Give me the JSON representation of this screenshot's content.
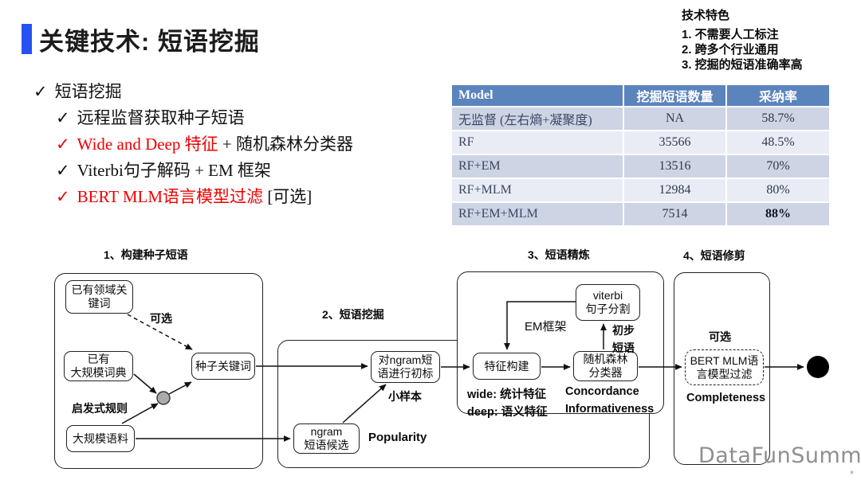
{
  "title": "关键技术: 短语挖掘",
  "features": {
    "title": "技术特色",
    "items": [
      "1. 不需要人工标注",
      "2. 跨多个行业通用",
      "3. 挖掘的短语准确率高"
    ]
  },
  "glyphs": {
    "check": "✓",
    "corner_mark": "*"
  },
  "bullets": {
    "root": "短语挖掘",
    "items": [
      {
        "check_color": "black",
        "segments": [
          {
            "text": "远程监督获取种子短语",
            "color": "black"
          }
        ]
      },
      {
        "check_color": "red",
        "segments": [
          {
            "text": "Wide and Deep 特征",
            "color": "red"
          },
          {
            "text": " + 随机森林分类器",
            "color": "black"
          }
        ]
      },
      {
        "check_color": "black",
        "segments": [
          {
            "text": "Viterbi句子解码 + EM 框架",
            "color": "black"
          }
        ]
      },
      {
        "check_color": "red",
        "segments": [
          {
            "text": "BERT MLM语言模型过滤",
            "color": "red"
          },
          {
            "text": " [可选]",
            "color": "black"
          }
        ]
      }
    ]
  },
  "table": {
    "headers": [
      "Model",
      "挖掘短语数量",
      "采纳率"
    ],
    "rows": [
      [
        "无监督 (左右熵+凝聚度)",
        "NA",
        "58.7%"
      ],
      [
        "RF",
        "35566",
        "48.5%"
      ],
      [
        "RF+EM",
        "13516",
        "70%"
      ],
      [
        "RF+MLM",
        "12984",
        "80%"
      ],
      [
        "RF+EM+MLM",
        "7514",
        "88%"
      ]
    ]
  },
  "chart_data": {
    "type": "table",
    "columns": [
      "Model",
      "挖掘短语数量",
      "采纳率"
    ],
    "rows": [
      [
        "无监督 (左右熵+凝聚度)",
        "NA",
        "58.7%"
      ],
      [
        "RF",
        "35566",
        "48.5%"
      ],
      [
        "RF+EM",
        "13516",
        "70%"
      ],
      [
        "RF+MLM",
        "12984",
        "80%"
      ],
      [
        "RF+EM+MLM",
        "7514",
        "88%"
      ]
    ]
  },
  "diagram": {
    "sections": [
      {
        "title": "1、构建种子短语"
      },
      {
        "title": "2、短语挖掘"
      },
      {
        "title": "3、短语精炼"
      },
      {
        "title": "4、短语修剪"
      }
    ],
    "boxes": {
      "existing_domain_keywords": "已有领域关\n键词",
      "existing_dictionary": "已有\n大规模词典",
      "large_corpus": "大规模语料",
      "seed_keywords": "种子关键词",
      "ngram_initial_label": "对ngram短\n语进行初标",
      "ngram_candidates": "ngram\n短语候选",
      "viterbi_segmentation": "viterbi\n句子分割",
      "feature_construction": "特征构建",
      "random_forest": "随机森林\n分类器",
      "bert_mlm_filter": "BERT MLM语\n言模型过滤"
    },
    "labels": {
      "optional1": "可选",
      "heuristic_rules": "启发式规则",
      "few_shot": "小样本",
      "popularity": "Popularity",
      "em_framework": "EM框架",
      "preliminary_phrases": "初步\n短语",
      "wide_features": "wide: 统计特征",
      "deep_features": "deep: 语义特征",
      "concordance": "Concordance",
      "informativeness": "Informativeness",
      "optional2": "可选",
      "completeness": "Completeness"
    }
  },
  "watermark": "DataFunSummit",
  "colors": {
    "accent_bar": "#2653f0",
    "highlight_red": "#ee0000",
    "table_header": "#5b84bd",
    "table_row_dark": "#cdd4e4",
    "table_row_light": "#e9ecf4"
  }
}
